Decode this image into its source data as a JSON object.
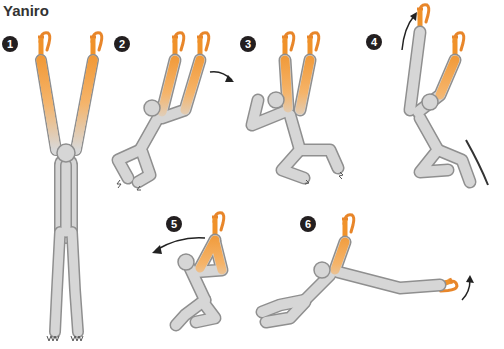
{
  "diagram": {
    "title": "Yaniro",
    "labels": [
      "1",
      "2",
      "3",
      "4",
      "5",
      "6"
    ]
  }
}
